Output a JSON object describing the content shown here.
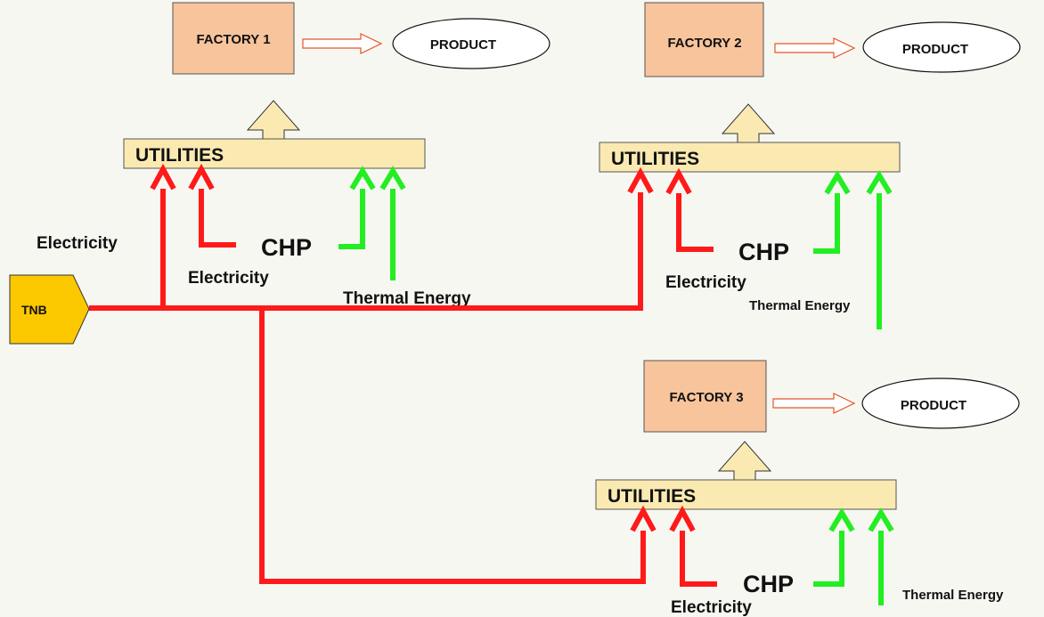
{
  "colors": {
    "factory_fill": "#f8c49c",
    "utilities_fill": "#faeab2",
    "tnb_fill": "#fcc800",
    "electricity": "#ff1a1a",
    "thermal": "#22ee22"
  },
  "tnb": {
    "label": "TNB"
  },
  "left_label": "Electricity",
  "units": [
    {
      "factory": "FACTORY 1",
      "product": "PRODUCT",
      "utilities": "UTILITIES",
      "chp": "CHP",
      "electricity": "Electricity",
      "thermal": "Thermal Energy"
    },
    {
      "factory": "FACTORY 2",
      "product": "PRODUCT",
      "utilities": "UTILITIES",
      "chp": "CHP",
      "electricity": "Electricity",
      "thermal": "Thermal Energy"
    },
    {
      "factory": "FACTORY 3",
      "product": "PRODUCT",
      "utilities": "UTILITIES",
      "chp": "CHP",
      "electricity": "Electricity",
      "thermal": "Thermal Energy"
    }
  ]
}
